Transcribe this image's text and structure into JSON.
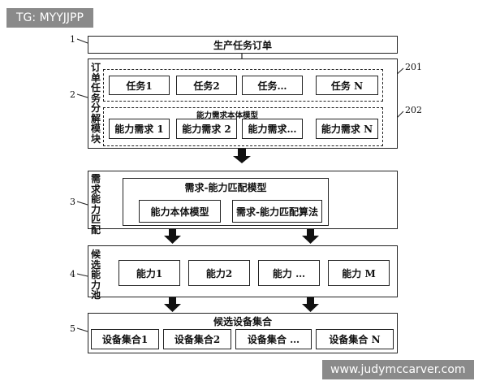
{
  "watermark_tl": "TG: MYYJJPP",
  "watermark_br": "www.judymccarver.com",
  "row1": {
    "num": "1",
    "title": "生产任务订单"
  },
  "row2": {
    "num": "2",
    "label": "订单任务分解模块",
    "tasks": [
      "任务1",
      "任务2",
      "任务…",
      "任务 N"
    ],
    "model_label": "能力需求本体模型",
    "reqs": [
      "能力需求 1",
      "能力需求 2",
      "能力需求…",
      "能力需求 N"
    ],
    "ref201": "201",
    "ref202": "202"
  },
  "row3": {
    "num": "3",
    "label": "需求能力匹配",
    "model_title": "需求-能力匹配模型",
    "sub1": "能力本体模型",
    "sub2": "需求-能力匹配算法"
  },
  "row4": {
    "num": "4",
    "label": "候选能力池",
    "items": [
      "能力1",
      "能力2",
      "能力 …",
      "能力 M"
    ]
  },
  "row5": {
    "num": "5",
    "title": "候选设备集合",
    "items": [
      "设备集合1",
      "设备集合2",
      "设备集合 …",
      "设备集合 N"
    ]
  }
}
